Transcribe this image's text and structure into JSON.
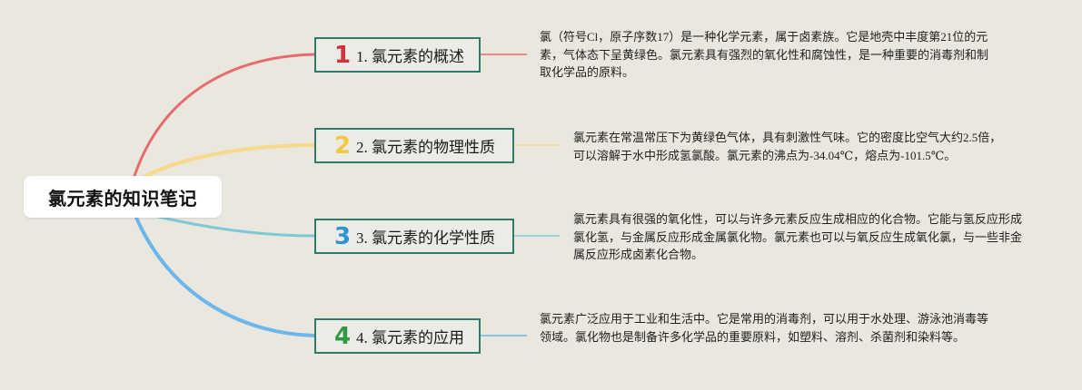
{
  "root": {
    "title": "氯元素的知识笔记"
  },
  "branches": [
    {
      "number": "1",
      "label": "1. 氯元素的概述",
      "color": "#e56b6f",
      "number_color": "#d6303b",
      "description": "氯（符号Cl，原子序数17）是一种化学元素，属于卤素族。它是地壳中丰度第21位的元素，气体态下呈黄绿色。氯元素具有强烈的氧化性和腐蚀性，是一种重要的消毒剂和制取化学品的原料。"
    },
    {
      "number": "2",
      "label": "2. 氯元素的物理性质",
      "color": "#f7d98c",
      "number_color": "#f2c744",
      "description": "氯元素在常温常压下为黄绿色气体，具有刺激性气味。它的密度比空气大约2.5倍，可以溶解于水中形成氢氯酸。氯元素的沸点为-34.04℃，熔点为-101.5℃。"
    },
    {
      "number": "3",
      "label": "3. 氯元素的化学性质",
      "color": "#7ec8d8",
      "number_color": "#2f93cf",
      "description": "氯元素具有很强的氧化性，可以与许多元素反应生成相应的化合物。它能与氢反应形成氯化氢，与金属反应形成金属氯化物。氯元素也可以与氧反应生成氧化氯，与一些非金属反应形成卤素化合物。"
    },
    {
      "number": "4",
      "label": "4. 氯元素的应用",
      "color": "#6bb6ec",
      "number_color": "#2e9a44",
      "description": "氯元素广泛应用于工业和生活中。它是常用的消毒剂，可以用于水处理、游泳池消毒等领域。氯化物也是制备许多化学品的重要原料，如塑料、溶剂、杀菌剂和染料等。"
    }
  ]
}
